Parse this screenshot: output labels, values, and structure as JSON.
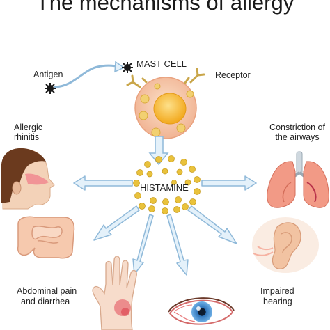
{
  "title": "The mechanisms of allergy",
  "labels": {
    "mast_cell": "MAST CELL",
    "antigen": "Antigen",
    "receptor": "Receptor",
    "histamine": "HISTAMINE",
    "allergic_rhinitis_1": "Allergic",
    "allergic_rhinitis_2": "rhinitis",
    "constriction_1": "Constriction of",
    "constriction_2": "the airways",
    "abdominal_1": "Abdominal pain",
    "abdominal_2": "and diarrhea",
    "impaired_1": "Impaired",
    "impaired_2": "hearing"
  },
  "colors": {
    "arrow_fill": "#e4f1fa",
    "arrow_stroke": "#8fb9d9",
    "granule": "#e9c23c",
    "cell_body": "#f7c9a8",
    "nucleus": "#f5b52a",
    "skin": "#f3d2b8",
    "inflamed": "#e44a5a",
    "lung": "#f29a86",
    "iris": "#3a7fc0"
  },
  "icons": [
    "antigen-icon",
    "receptor-icon",
    "mast-cell-icon",
    "head-icon",
    "lungs-icon",
    "intestine-icon",
    "ear-icon",
    "hand-icon",
    "eye-icon"
  ]
}
